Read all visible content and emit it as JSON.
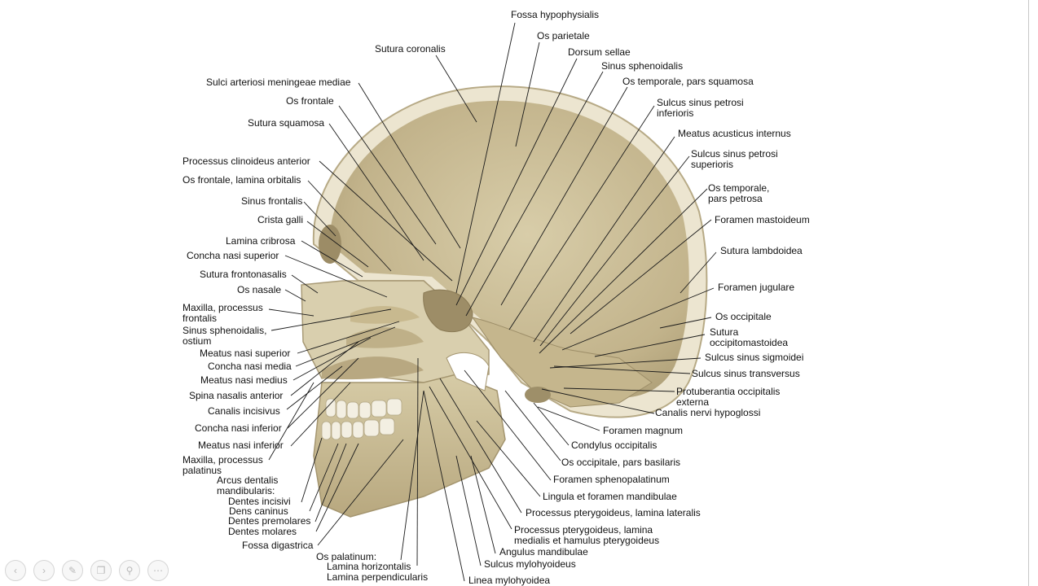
{
  "labels": {
    "fossa_hypophysialis": "Fossa hypophysialis",
    "os_parietale": "Os parietale",
    "sutura_coronalis": "Sutura coronalis",
    "dorsum_sellae": "Dorsum sellae",
    "sinus_sphenoidalis": "Sinus sphenoidalis",
    "sulci_arteriosi": "Sulci arteriosi meningeae mediae",
    "os_temporale_squamosa": "Os temporale, pars squamosa",
    "os_frontale": "Os frontale",
    "sulcus_sinus_petrosi_inferioris_1": "Sulcus sinus petrosi",
    "sulcus_sinus_petrosi_inferioris_2": "inferioris",
    "sutura_squamosa": "Sutura squamosa",
    "meatus_acusticus_internus": "Meatus acusticus internus",
    "sulcus_sinus_petrosi_superioris_1": "Sulcus sinus petrosi",
    "sulcus_sinus_petrosi_superioris_2": "superioris",
    "processus_clinoideus_anterior": "Processus clinoideus anterior",
    "os_frontale_lamina_orbitalis": "Os frontale, lamina orbitalis",
    "os_temporale_petrosa_1": "Os temporale,",
    "os_temporale_petrosa_2": "pars petrosa",
    "sinus_frontalis": "Sinus frontalis",
    "crista_galli": "Crista galli",
    "foramen_mastoideum": "Foramen mastoideum",
    "lamina_cribrosa": "Lamina cribrosa",
    "sutura_lambdoidea": "Sutura lambdoidea",
    "concha_nasi_superior": "Concha nasi superior",
    "sutura_frontonasalis": "Sutura frontonasalis",
    "foramen_jugulare": "Foramen jugulare",
    "os_nasale": "Os nasale",
    "maxilla_processus_frontalis_1": "Maxilla, processus",
    "maxilla_processus_frontalis_2": "frontalis",
    "os_occipitale": "Os occipitale",
    "sinus_sphenoidalis_ostium_1": "Sinus sphenoidalis,",
    "sinus_sphenoidalis_ostium_2": "ostium",
    "sutura_occipitomastoidea_1": "Sutura",
    "sutura_occipitomastoidea_2": "occipitomastoidea",
    "meatus_nasi_superior": "Meatus nasi superior",
    "sulcus_sinus_sigmoidei": "Sulcus sinus sigmoidei",
    "concha_nasi_media": "Concha nasi media",
    "sulcus_sinus_transversus": "Sulcus sinus transversus",
    "meatus_nasi_medius": "Meatus nasi medius",
    "protuberantia_1": "Protuberantia occipitalis",
    "protuberantia_2": "externa",
    "spina_nasalis_anterior": "Spina nasalis anterior",
    "canalis_nervi_hypoglossi": "Canalis nervi hypoglossi",
    "canalis_incisivus": "Canalis incisivus",
    "foramen_magnum": "Foramen magnum",
    "concha_nasi_inferior": "Concha nasi inferior",
    "condylus_occipitalis": "Condylus occipitalis",
    "meatus_nasi_inferior": "Meatus nasi inferior",
    "maxilla_processus_palatinus_1": "Maxilla, processus",
    "maxilla_processus_palatinus_2": "palatinus",
    "os_occipitale_basilaris": "Os occipitale, pars basilaris",
    "arcus_dentalis_1": "Arcus dentalis",
    "arcus_dentalis_2": "mandibularis:",
    "foramen_sphenopalatinum": "Foramen sphenopalatinum",
    "dentes_incisivi": "Dentes incisivi",
    "lingula_foramen_mandibulae": "Lingula et foramen mandibulae",
    "dens_caninus": "Dens caninus",
    "processus_pterygoideus_lateralis": "Processus pterygoideus, lamina lateralis",
    "dentes_premolares": "Dentes premolares",
    "dentes_molares": "Dentes molares",
    "processus_pterygoideus_medialis_1": "Processus pterygoideus, lamina",
    "processus_pterygoideus_medialis_2": "medialis et hamulus pterygoideus",
    "fossa_digastrica": "Fossa digastrica",
    "angulus_mandibulae": "Angulus mandibulae",
    "os_palatinum": "Os palatinum:",
    "sulcus_mylohyoideus": "Sulcus mylohyoideus",
    "lamina_horizontalis": "Lamina horizontalis",
    "lamina_perpendicularis": "Lamina perpendicularis",
    "linea_mylohyoidea": "Linea mylohyoidea"
  },
  "controls": {
    "prev_icon": "‹",
    "next_icon": "›",
    "pen_icon": "✎",
    "copy_icon": "❐",
    "zoom_icon": "⚲",
    "more_icon": "⋯"
  },
  "colors": {
    "bone": "#cfc2a0",
    "bone_inner": "#b9aa84",
    "bone_rim": "#e8e1cc",
    "dark_cavity": "#8a7b58",
    "label_text": "#111111"
  }
}
